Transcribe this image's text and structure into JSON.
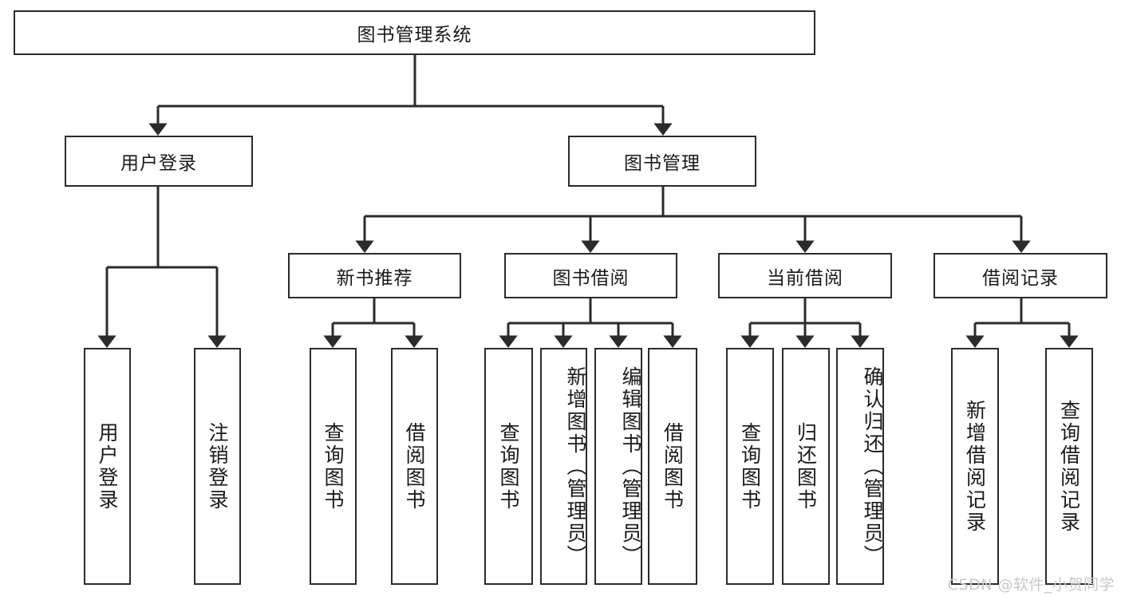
{
  "diagram": {
    "title": "图书管理系统",
    "type": "tree-hierarchy-diagram",
    "watermark": "CSDN @软件_小贺同学",
    "colors": {
      "box_border": "#2b2b2b",
      "box_fill": "#ffffff",
      "connector": "#2b2b2b",
      "text": "#1a1a1a",
      "watermark": "#c9c9c9",
      "background": "#ffffff"
    },
    "nodes": {
      "root": {
        "id": "root",
        "label": "图书管理系统",
        "level": 1,
        "orientation": "horizontal"
      },
      "user_login": {
        "id": "user-login",
        "label": "用户登录",
        "level": 2,
        "orientation": "horizontal"
      },
      "book_manage": {
        "id": "book-manage",
        "label": "图书管理",
        "level": 2,
        "orientation": "horizontal"
      },
      "new_book_rec": {
        "id": "new-book-recommend",
        "label": "新书推荐",
        "level": 3,
        "orientation": "horizontal"
      },
      "book_borrow": {
        "id": "book-borrow",
        "label": "图书借阅",
        "level": 3,
        "orientation": "horizontal"
      },
      "current_borrow": {
        "id": "current-borrow",
        "label": "当前借阅",
        "level": 3,
        "orientation": "horizontal"
      },
      "borrow_record": {
        "id": "borrow-record",
        "label": "借阅记录",
        "level": 3,
        "orientation": "horizontal"
      },
      "leaf_1": {
        "id": "leaf-user-login",
        "label": "用户登录",
        "level": 4,
        "orientation": "vertical",
        "parent": "用户登录",
        "align": "middle"
      },
      "leaf_2": {
        "id": "leaf-logout",
        "label": "注销登录",
        "level": 4,
        "orientation": "vertical",
        "parent": "用户登录",
        "align": "middle"
      },
      "leaf_3": {
        "id": "leaf-query-book-rec",
        "label": "查询图书",
        "level": 4,
        "orientation": "vertical",
        "parent": "新书推荐",
        "align": "middle"
      },
      "leaf_4": {
        "id": "leaf-borrow-book-rec",
        "label": "借阅图书",
        "level": 4,
        "orientation": "vertical",
        "parent": "新书推荐",
        "align": "middle"
      },
      "leaf_5": {
        "id": "leaf-query-book-borrow",
        "label": "查询图书",
        "level": 4,
        "orientation": "vertical",
        "parent": "图书借阅",
        "align": "middle"
      },
      "leaf_6": {
        "id": "leaf-add-book-admin",
        "label": "新增图书（管理员）",
        "level": 4,
        "orientation": "vertical",
        "parent": "图书借阅",
        "align": "top"
      },
      "leaf_7": {
        "id": "leaf-edit-book-admin",
        "label": "编辑图书（管理员）",
        "level": 4,
        "orientation": "vertical",
        "parent": "图书借阅",
        "align": "top"
      },
      "leaf_8": {
        "id": "leaf-borrow-book",
        "label": "借阅图书",
        "level": 4,
        "orientation": "vertical",
        "parent": "图书借阅",
        "align": "middle"
      },
      "leaf_9": {
        "id": "leaf-query-book-current",
        "label": "查询图书",
        "level": 4,
        "orientation": "vertical",
        "parent": "当前借阅",
        "align": "middle"
      },
      "leaf_10": {
        "id": "leaf-return-book",
        "label": "归还图书",
        "level": 4,
        "orientation": "vertical",
        "parent": "当前借阅",
        "align": "middle"
      },
      "leaf_11": {
        "id": "leaf-confirm-return-admin",
        "label": "确认归还（管理员）",
        "level": 4,
        "orientation": "vertical",
        "parent": "当前借阅",
        "align": "top"
      },
      "leaf_12": {
        "id": "leaf-add-borrow-record",
        "label": "新增借阅记录",
        "level": 4,
        "orientation": "vertical",
        "parent": "借阅记录",
        "align": "middle"
      },
      "leaf_13": {
        "id": "leaf-query-borrow-record",
        "label": "查询借阅记录",
        "level": 4,
        "orientation": "vertical",
        "parent": "借阅记录",
        "align": "middle"
      }
    },
    "edges": [
      {
        "from": "图书管理系统",
        "to": "用户登录"
      },
      {
        "from": "图书管理系统",
        "to": "图书管理"
      },
      {
        "from": "图书管理",
        "to": "新书推荐"
      },
      {
        "from": "图书管理",
        "to": "图书借阅"
      },
      {
        "from": "图书管理",
        "to": "当前借阅"
      },
      {
        "from": "图书管理",
        "to": "借阅记录"
      },
      {
        "from": "用户登录",
        "to": "用户登录"
      },
      {
        "from": "用户登录",
        "to": "注销登录"
      },
      {
        "from": "新书推荐",
        "to": "查询图书"
      },
      {
        "from": "新书推荐",
        "to": "借阅图书"
      },
      {
        "from": "图书借阅",
        "to": "查询图书"
      },
      {
        "from": "图书借阅",
        "to": "新增图书（管理员）"
      },
      {
        "from": "图书借阅",
        "to": "编辑图书（管理员）"
      },
      {
        "from": "图书借阅",
        "to": "借阅图书"
      },
      {
        "from": "当前借阅",
        "to": "查询图书"
      },
      {
        "from": "当前借阅",
        "to": "归还图书"
      },
      {
        "from": "当前借阅",
        "to": "确认归还（管理员）"
      },
      {
        "from": "借阅记录",
        "to": "新增借阅记录"
      },
      {
        "from": "借阅记录",
        "to": "查询借阅记录"
      }
    ]
  }
}
